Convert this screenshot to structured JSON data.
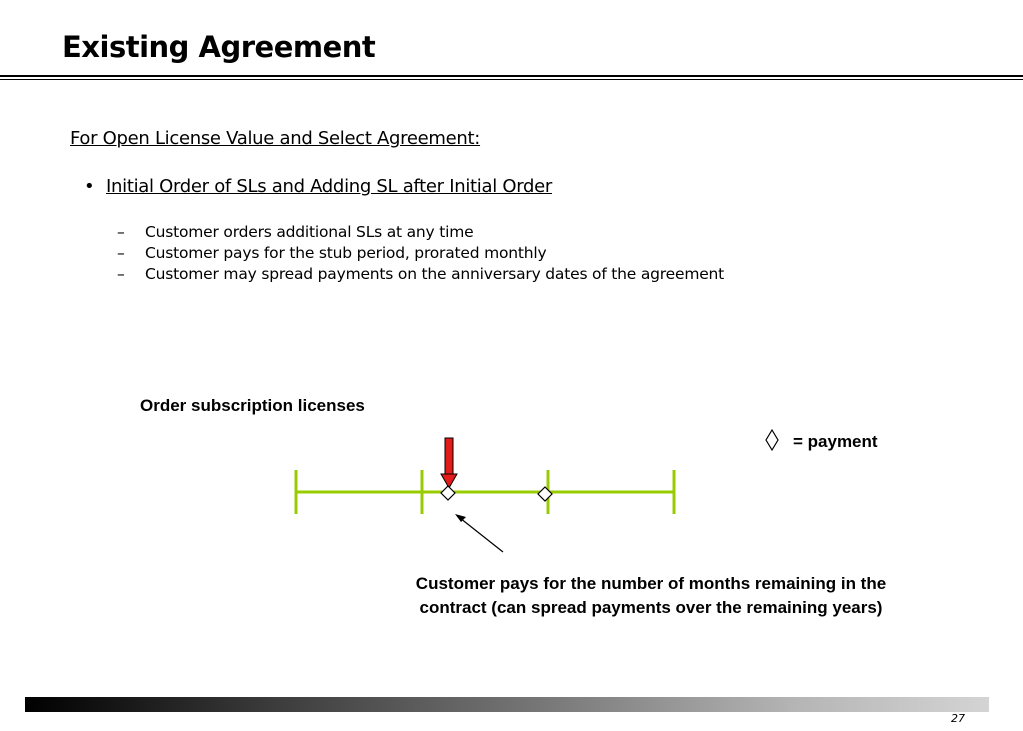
{
  "slide": {
    "title": "Existing Agreement",
    "subheading": "For Open License Value and Select Agreement:",
    "bullet": "Initial Order of SLs and Adding SL after Initial Order",
    "sub_bullets": [
      "Customer orders additional SLs at any time",
      "Customer pays for the stub period, prorated monthly",
      "Customer may spread payments on the anniversary dates of the agreement"
    ],
    "page_number": "27"
  },
  "diagram": {
    "order_label": "Order subscription licenses",
    "legend_label": "= payment",
    "caption_lines": [
      "Customer pays for the number of months remaining in the",
      "contract (can spread payments over the remaining years)"
    ],
    "colors": {
      "timeline": "#99cc00",
      "arrow": "#e31b1b",
      "text": "#000000"
    }
  }
}
